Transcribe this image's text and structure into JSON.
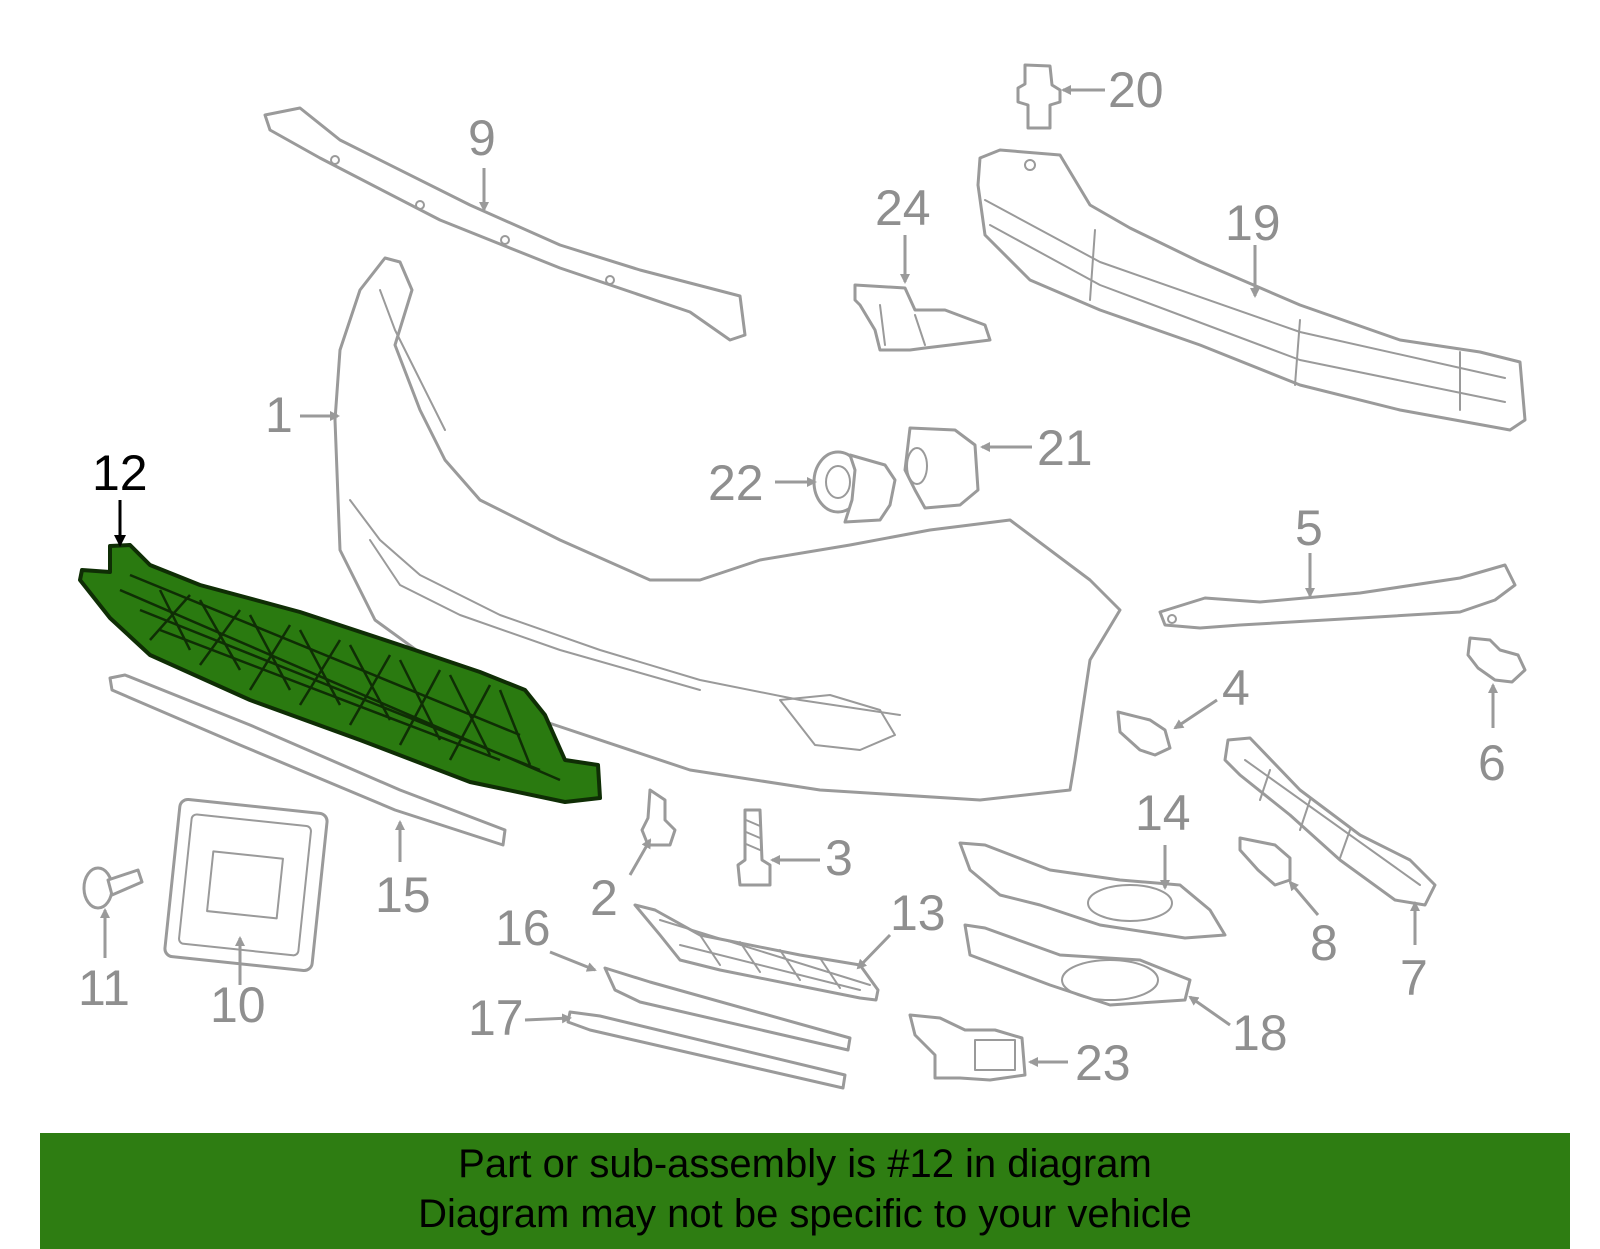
{
  "callouts": {
    "c1": "1",
    "c2": "2",
    "c3": "3",
    "c4": "4",
    "c5": "5",
    "c6": "6",
    "c7": "7",
    "c8": "8",
    "c9": "9",
    "c10": "10",
    "c11": "11",
    "c12": "12",
    "c13": "13",
    "c14": "14",
    "c15": "15",
    "c16": "16",
    "c17": "17",
    "c18": "18",
    "c19": "19",
    "c20": "20",
    "c21": "21",
    "c22": "22",
    "c23": "23",
    "c24": "24"
  },
  "highlighted_part": "12",
  "highlight_color": "#2e7d12",
  "banner": {
    "line1": "Part or sub-assembly is #12 in diagram",
    "line2": "Diagram may not be specific to your vehicle"
  }
}
